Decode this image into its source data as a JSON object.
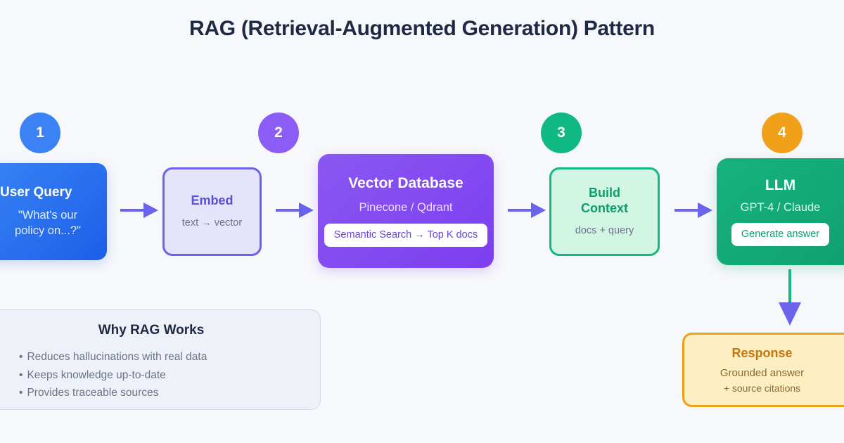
{
  "title": "RAG (Retrieval-Augmented Generation) Pattern",
  "colors": {
    "background": "#f7f8fb",
    "title": "#1e2a44",
    "arrow": "#6b63ec",
    "step1": "#3b82f6",
    "step2": "#8b5cf6",
    "step3": "#10b981",
    "step4": "#f0a019",
    "user_query": "#1c5fe8",
    "embed_border": "#6b63ec",
    "vector_db": "#7c3ef0",
    "build_context": "#12b981",
    "llm": "#0f9f6e",
    "response_border": "#eda01a",
    "connector_vertical": "#12b981"
  },
  "steps": [
    {
      "badge": "1",
      "title": "User Query",
      "subtitle": "\"What's our policy on...?\"",
      "chip": null
    },
    {
      "badge": "2",
      "title": "Embed",
      "subtitle": "text → vector",
      "chip": null
    },
    {
      "badge": "3",
      "title": "Vector Database",
      "subtitle": "Pinecone / Qdrant",
      "chip": "Semantic Search → Top K docs"
    },
    {
      "badge": "4",
      "title": "Build Context",
      "subtitle": "docs + query",
      "chip": null
    },
    {
      "badge": "4",
      "title": "LLM",
      "subtitle": "GPT-4 / Claude",
      "chip": "Generate answer"
    }
  ],
  "nodes": {
    "user_query": {
      "title": "User Query",
      "line1": "\"What's our",
      "line2": "policy on...?\""
    },
    "embed": {
      "title": "Embed",
      "subtitle": "text → vector"
    },
    "vector_db": {
      "title": "Vector Database",
      "subtitle": "Pinecone / Qdrant",
      "chip": "Semantic Search → Top K docs"
    },
    "build_context": {
      "title_line1": "Build",
      "title_line2": "Context",
      "subtitle": "docs + query"
    },
    "llm": {
      "title": "LLM",
      "subtitle": "GPT-4 / Claude",
      "chip": "Generate answer"
    },
    "response": {
      "title": "Response",
      "line1": "Grounded answer",
      "line2": "+ source citations"
    }
  },
  "badges": {
    "one": "1",
    "two": "2",
    "three": "3",
    "four": "4"
  },
  "panel": {
    "title": "Why RAG Works",
    "bullet_char": "•",
    "items": [
      "Reduces hallucinations with real data",
      "Keeps knowledge up-to-date",
      "Provides traceable sources"
    ]
  }
}
